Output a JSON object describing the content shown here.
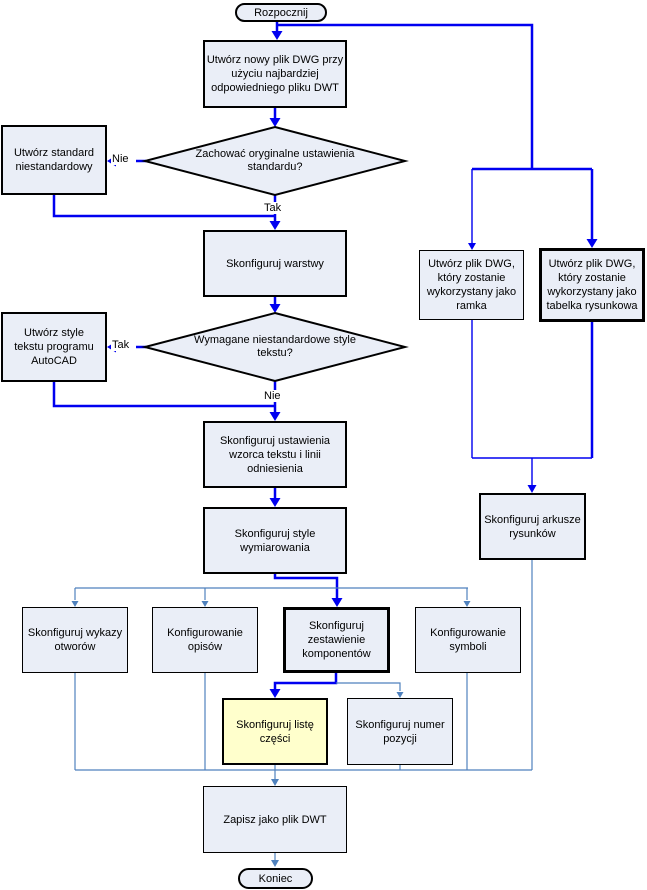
{
  "flowchart": {
    "start": "Rozpocznij",
    "end": "Koniec",
    "decision1": {
      "text": "Zachować oryginalne ustawienia standardu?",
      "no_label": "Nie",
      "yes_label": "Tak"
    },
    "decision2": {
      "text": "Wymagane niestandardowe style tekstu?",
      "yes_label": "Tak",
      "no_label": "Nie"
    },
    "nodes": {
      "create_dwg": "Utwórz nowy plik DWG przy użyciu najbardziej odpowiedniego pliku DWT",
      "create_standard": "Utwórz standard niestandardowy",
      "configure_layers": "Skonfiguruj warstwy",
      "create_text_styles": "Utwórz style tekstu programu AutoCAD",
      "configure_text_defaults": "Skonfiguruj ustawienia wzorca tekstu i linii odniesienia",
      "configure_dim_styles": "Skonfiguruj style wymiarowania",
      "configure_hole_charts": "Skonfiguruj wykazy otworów",
      "configure_notes": "Konfigurowanie opisów",
      "configure_bom": "Skonfiguruj zestawienie komponentów",
      "configure_symbols": "Konfigurowanie symboli",
      "configure_parts_list": "Skonfiguruj listę części",
      "configure_balloon": "Skonfiguruj numer pozycji",
      "save_dwt": "Zapisz jako plik DWT",
      "create_border_dwg": "Utwórz plik DWG, który zostanie wykorzystany jako ramka",
      "create_titleblock_dwg": "Utwórz plik DWG, który zostanie wykorzystany jako tabelka rysunkowa",
      "configure_sheets": "Skonfiguruj arkusze rysunków"
    },
    "colors": {
      "node_fill": "#EAEEF7",
      "highlight_fill": "#FFFFCC",
      "bold_line": "#0000F0",
      "thin_line": "#4F81BD",
      "border": "#000000"
    }
  }
}
